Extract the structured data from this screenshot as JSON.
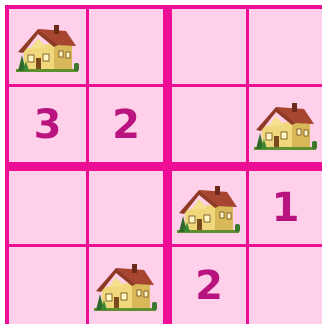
{
  "puzzle": {
    "rows": 4,
    "cols": 4,
    "cells": [
      {
        "type": "house",
        "icon": "house-icon"
      },
      {
        "type": "empty"
      },
      {
        "type": "empty"
      },
      {
        "type": "empty"
      },
      {
        "type": "clue",
        "value": "3"
      },
      {
        "type": "clue",
        "value": "2"
      },
      {
        "type": "empty"
      },
      {
        "type": "house",
        "icon": "house-icon"
      },
      {
        "type": "empty"
      },
      {
        "type": "empty"
      },
      {
        "type": "house",
        "icon": "house-icon"
      },
      {
        "type": "clue",
        "value": "1"
      },
      {
        "type": "empty"
      },
      {
        "type": "house",
        "icon": "house-icon"
      },
      {
        "type": "clue",
        "value": "2"
      },
      {
        "type": "empty"
      }
    ]
  },
  "colors": {
    "grid_line": "#ee0d95",
    "cell_background": "#ffd0ea",
    "clue_text": "#b8137e"
  }
}
